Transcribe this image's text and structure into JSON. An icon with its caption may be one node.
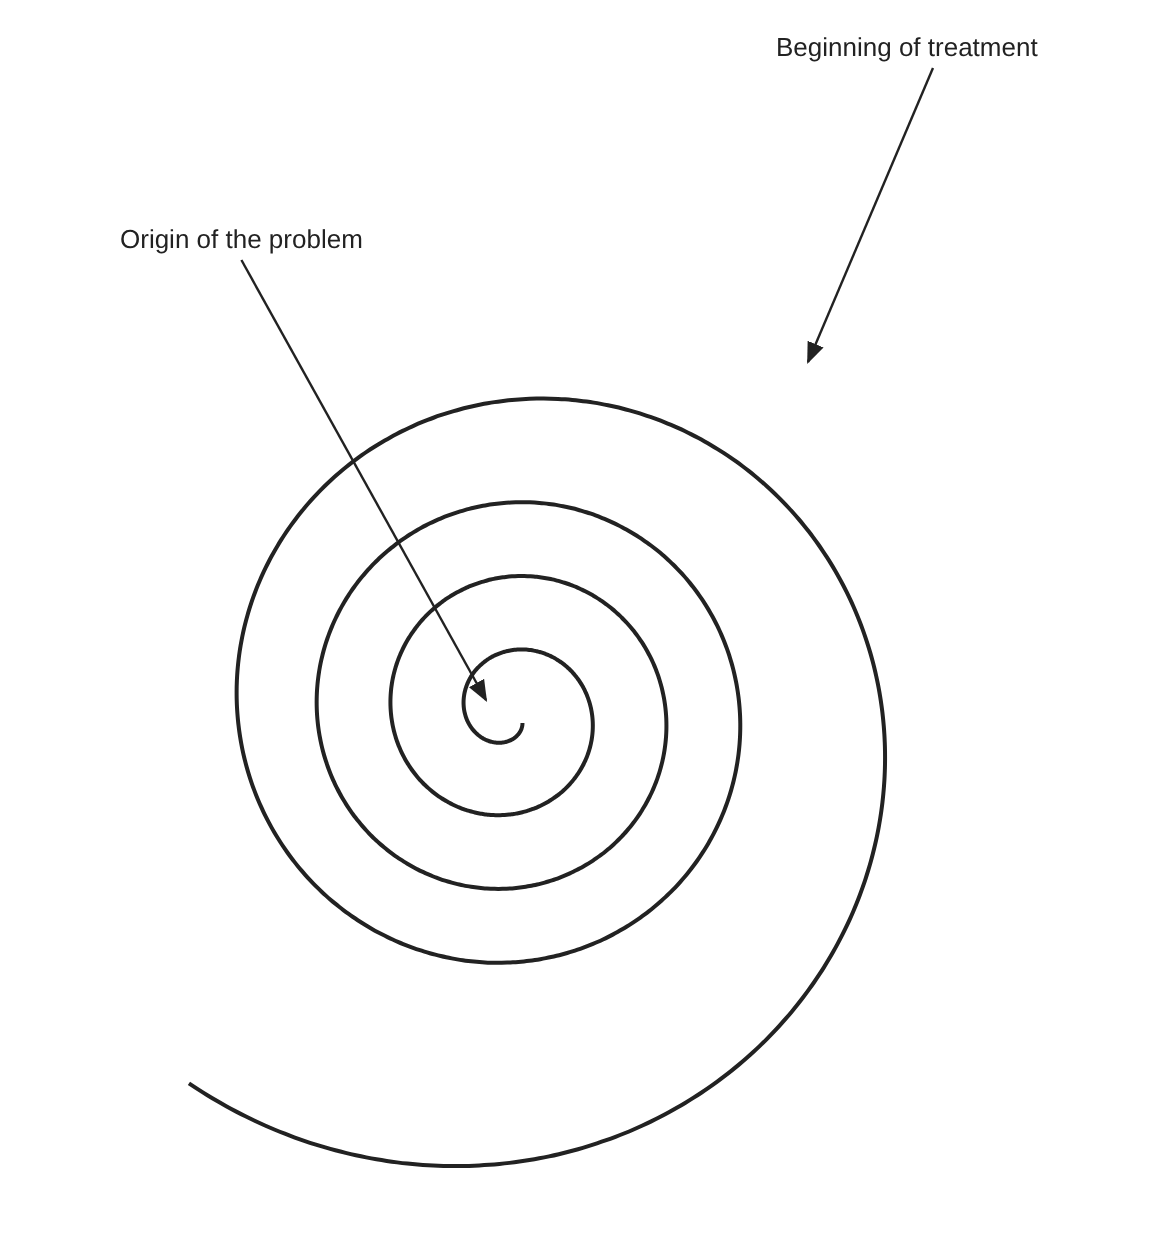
{
  "diagram": {
    "nodes": [
      {
        "text": [
          "Beginning of treatment"
        ]
      },
      {
        "text": [
          "Origin of the problem"
        ]
      }
    ],
    "edges": [
      {
        "from": 0,
        "to": null,
        "arrow": "to"
      },
      {
        "from": 1,
        "to": null,
        "arrow": "to"
      }
    ]
  }
}
